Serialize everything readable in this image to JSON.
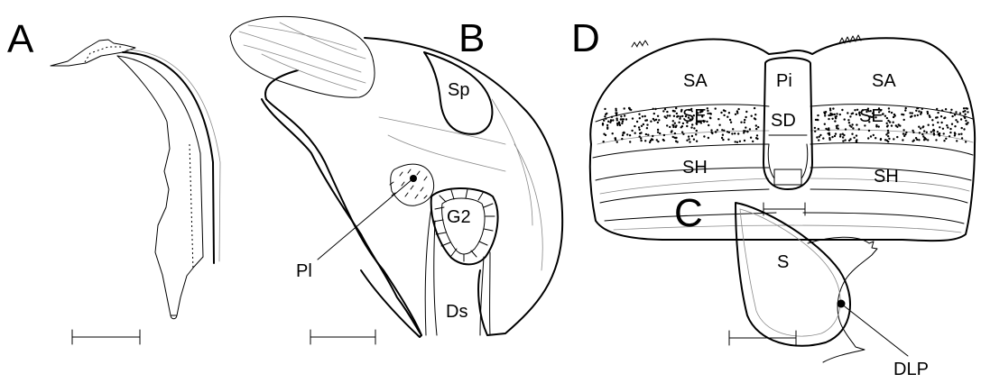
{
  "panels": {
    "a": {
      "letter": "A"
    },
    "b": {
      "letter": "B",
      "labels": {
        "sp": "Sp",
        "pl": "Pl",
        "g2": "G2",
        "ds": "Ds"
      }
    },
    "c": {
      "letter": "C",
      "labels": {
        "s": "S",
        "dlp": "DLP"
      }
    },
    "d": {
      "letter": "D",
      "labels": {
        "sa_left": "SA",
        "sa_right": "SA",
        "se_left": "SE",
        "se_right": "SE",
        "pi": "Pi",
        "sd": "SD",
        "sh_left": "SH",
        "sh_right": "SH"
      }
    }
  },
  "colors": {
    "ink": "#000000",
    "background": "#ffffff",
    "faint_line": "#8a8a8a"
  }
}
